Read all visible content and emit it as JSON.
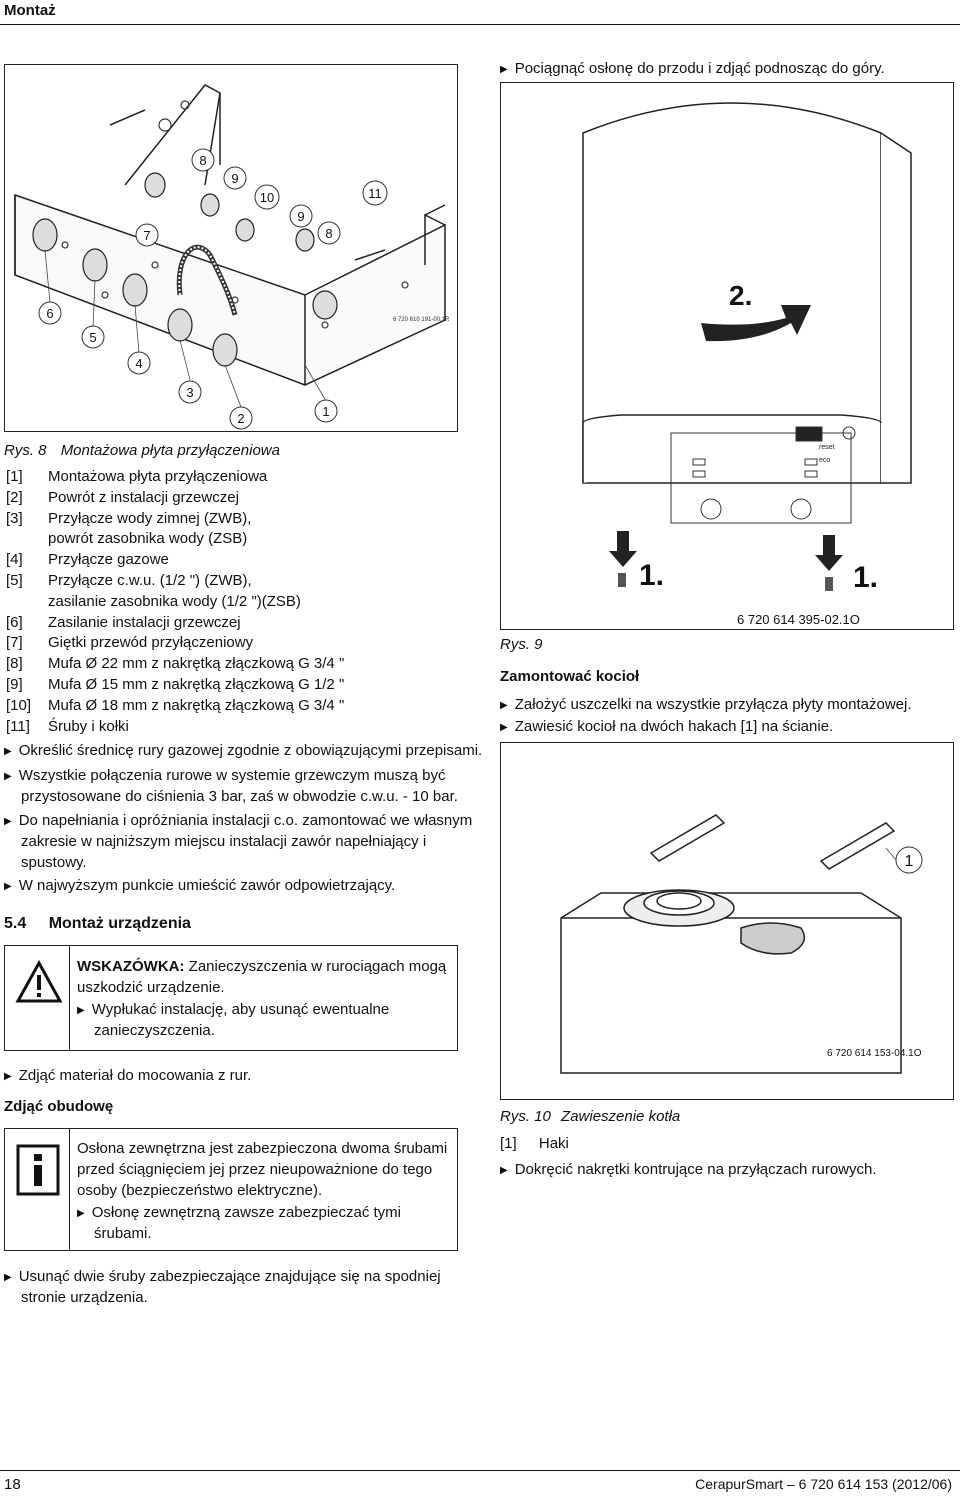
{
  "header": {
    "title": "Montaż"
  },
  "footer": {
    "page": "18",
    "doc": "CerapurSmart – 6 720 614 153 (2012/06)"
  },
  "fig8": {
    "callouts": [
      "8",
      "9",
      "10",
      "9",
      "11",
      "7",
      "8",
      "6",
      "5",
      "4",
      "3",
      "2",
      "1"
    ],
    "code": "6 720 610 191-00.1R",
    "caption_num": "Rys. 8",
    "caption_text": "Montażowa płyta przyłączeniowa",
    "legend": [
      {
        "n": "[1]",
        "t": "Montażowa płyta przyłączeniowa"
      },
      {
        "n": "[2]",
        "t": "Powrót z instalacji grzewczej"
      },
      {
        "n": "[3]",
        "t": "Przyłącze wody zimnej (ZWB),"
      },
      {
        "n": "",
        "t": "powrót zasobnika wody (ZSB)"
      },
      {
        "n": "[4]",
        "t": "Przyłącze gazowe"
      },
      {
        "n": "[5]",
        "t": "Przyłącze c.w.u. (1/2 \") (ZWB),"
      },
      {
        "n": "",
        "t": "zasilanie zasobnika wody (1/2 \")(ZSB)"
      },
      {
        "n": "[6]",
        "t": "Zasilanie instalacji grzewczej"
      },
      {
        "n": "[7]",
        "t": "Giętki przewód przyłączeniowy"
      },
      {
        "n": "[8]",
        "t": "Mufa Ø 22 mm z nakrętką złączkową G 3/4 \""
      },
      {
        "n": "[9]",
        "t": "Mufa Ø 15 mm z nakrętką złączkową G 1/2 \""
      },
      {
        "n": "[10]",
        "t": "Mufa Ø 18 mm z nakrętką złączkową G 3/4 \""
      },
      {
        "n": "[11]",
        "t": "Śruby i kołki"
      }
    ]
  },
  "left_steps": [
    "Określić średnicę rury gazowej zgodnie z obowiązującymi przepisami.",
    "Wszystkie połączenia rurowe w systemie grzewczym muszą być",
    "przystosowane do ciśnienia 3 bar, zaś w obwodzie c.w.u. - 10 bar.",
    "Do napełniania i opróżniania instalacji c.o. zamontować we własnym",
    "zakresie w najniższym miejscu instalacji zawór napełniający i",
    "spustowy.",
    "W najwyższym punkcie umieścić zawór odpowietrzający."
  ],
  "section": {
    "num": "5.4",
    "title": "Montaż urządzenia"
  },
  "warning": {
    "icon": "warning-triangle-icon",
    "label": "WSKAZÓWKA:",
    "line1": " Zanieczyszczenia w rurociągach mogą",
    "line2": "uszkodzić urządzenie.",
    "step1": "Wypłukać instalację, aby usunąć ewentualne",
    "step2": "zanieczyszczenia."
  },
  "step_remove": "Zdjąć materiał do mocowania z rur.",
  "sub_title": "Zdjąć obudowę",
  "info": {
    "icon": "info-icon",
    "line1": "Osłona zewnętrzna jest zabezpieczona dwoma śrubami",
    "line2": "przed ściągnięciem jej przez nieupoważnione do tego",
    "line3": "osoby (bezpieczeństwo elektryczne).",
    "step1": "Osłonę zewnętrzną zawsze zabezpieczać tymi",
    "step2": "śrubami."
  },
  "bottom_step1": "Usunąć dwie śruby zabezpieczające znajdujące się na spodniej",
  "bottom_step2": "stronie urządzenia.",
  "right": {
    "step_top": "Pociągnąć osłonę do przodu i zdjąć podnosząc do góry.",
    "fig9_label_2": "2.",
    "fig9_label_1a": "1.",
    "fig9_label_1b": "1.",
    "fig9_panel": [
      "reset",
      "eco"
    ],
    "fig9_code": "6 720 614 395-02.1O",
    "fig9_caption": "Rys. 9",
    "mount_title": "Zamontować kocioł",
    "step_a": "Założyć uszczelki na wszystkie przyłącza płyty montażowej.",
    "step_b": "Zawiesić kocioł na dwóch hakach [1] na ścianie.",
    "fig10_callout": "1",
    "fig10_code": "6 720 614 153-04.1O",
    "fig10_caption_num": "Rys. 10",
    "fig10_caption_text": "Zawieszenie kotła",
    "legend_n": "[1]",
    "legend_t": "Haki",
    "step_c": "Dokręcić nakrętki kontrujące na przyłączach rurowych."
  }
}
